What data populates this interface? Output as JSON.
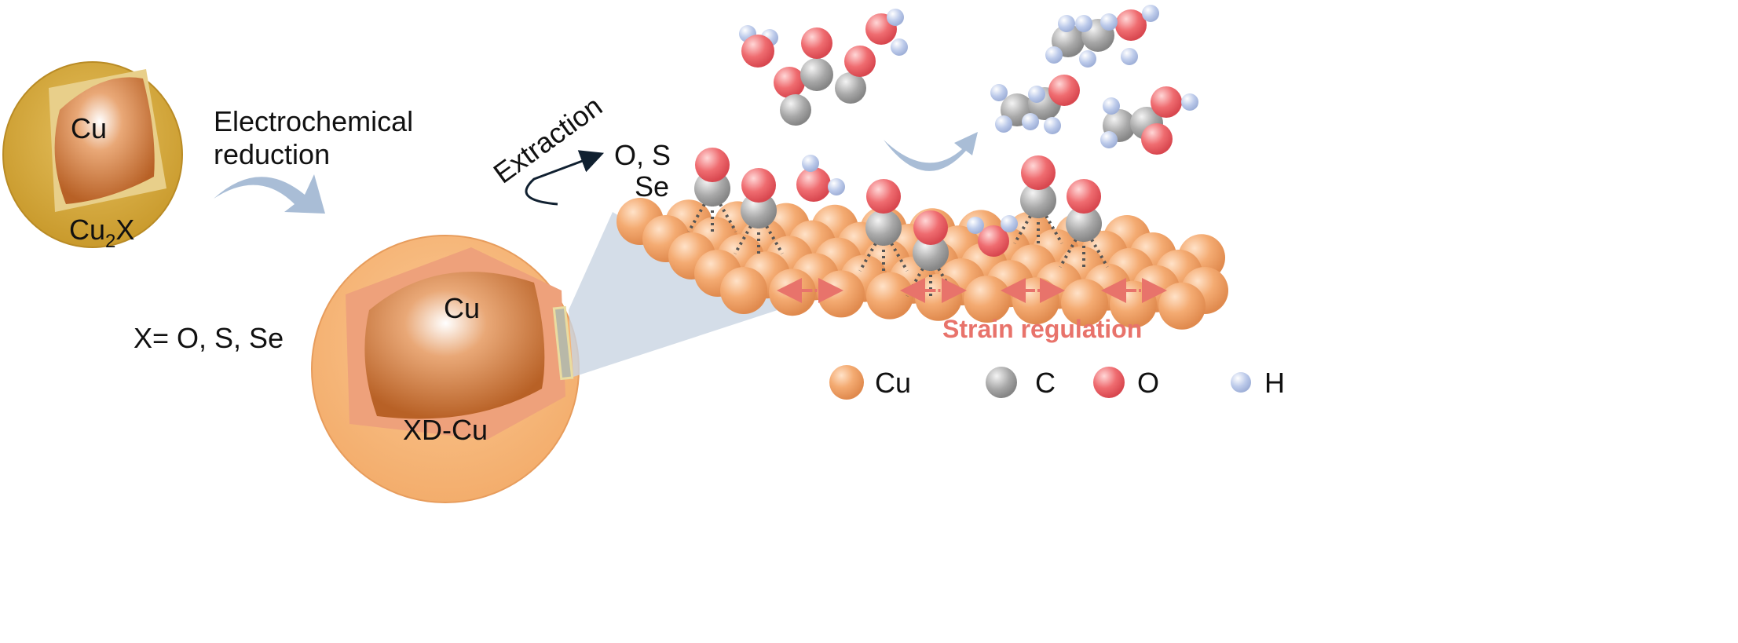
{
  "precursor": {
    "core_label": "Cu",
    "shell_label_main": "Cu",
    "shell_label_sub": "2",
    "shell_label_end": "X"
  },
  "process": {
    "line1": "Electrochemical",
    "line2": "reduction"
  },
  "x_definition": "X= O, S, Se",
  "product": {
    "core_label": "Cu",
    "shell_label": "XD-Cu"
  },
  "extraction": {
    "label": "Extraction",
    "elements_line1": "O, S",
    "elements_line2": "Se"
  },
  "strain_label": "Strain regulation",
  "legend": [
    {
      "label": "Cu",
      "color": "#f2a46e"
    },
    {
      "label": "C",
      "color": "#a9a9a9"
    },
    {
      "label": "O",
      "color": "#ee6a6e"
    },
    {
      "label": "H",
      "color": "#b9c6e6"
    }
  ],
  "colors": {
    "shell_gold": "#d6ad3c",
    "xd_shell": "#f7bb82",
    "arrow_blue": "#a9bdd6",
    "strain_red": "#e8736b"
  }
}
